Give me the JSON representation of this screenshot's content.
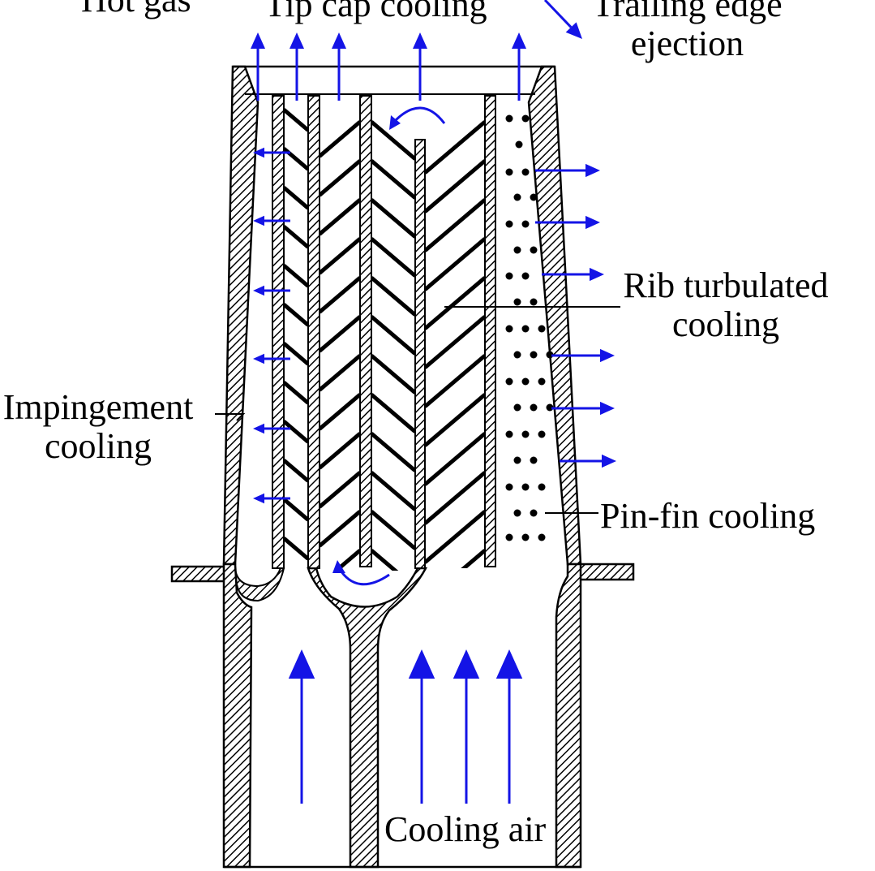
{
  "labels": {
    "hot_gas": "Hot gas",
    "tip_cap_cooling": "Tip cap cooling",
    "trailing_edge_line1": "Trailing edge",
    "trailing_edge_line2": "ejection",
    "rib_line1": "Rib turbulated",
    "rib_line2": "cooling",
    "impingement_line1": "Impingement",
    "impingement_line2": "cooling",
    "pin_fin_cooling": "Pin-fin cooling",
    "cooling_air": "Cooling air"
  },
  "colors": {
    "arrow": "#1414e6",
    "line": "#000000",
    "background": "#ffffff"
  }
}
